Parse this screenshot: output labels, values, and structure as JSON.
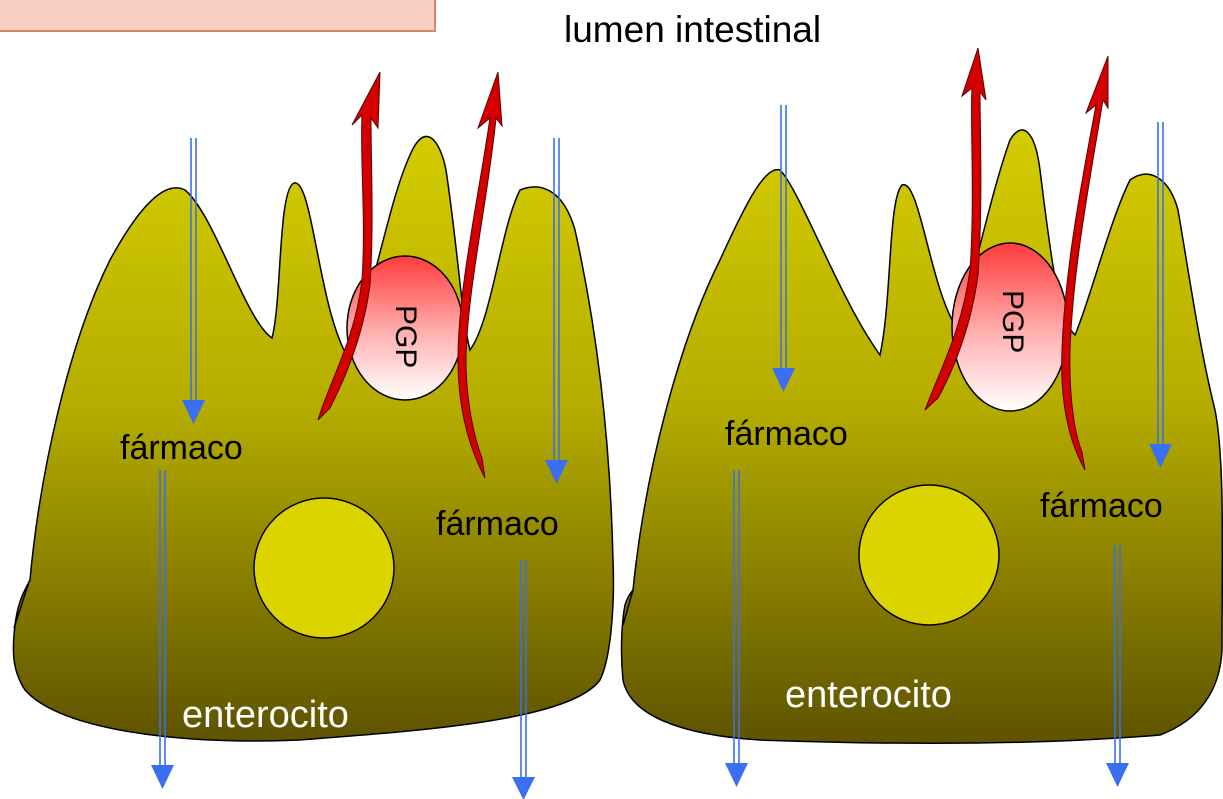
{
  "header_box": {
    "text": ""
  },
  "labels": {
    "lumen": "lumen intestinal",
    "pgp_left": "PGP",
    "pgp_right": "PGP",
    "drug_left_1": "fármaco",
    "drug_left_2": "fármaco",
    "drug_right_1": "fármaco",
    "drug_right_2": "fármaco",
    "cell_left": "enterocito",
    "cell_right": "enterocito"
  },
  "colors": {
    "cell_top": "#d4cc00",
    "cell_bottom": "#5e5300",
    "nucleus": "#dcd400",
    "pgp_top": "#ff3b3b",
    "pgp_bottom": "#ffffff",
    "drug_arrow": "#3a6ff0",
    "efflux_arrow": "#cc0000"
  }
}
